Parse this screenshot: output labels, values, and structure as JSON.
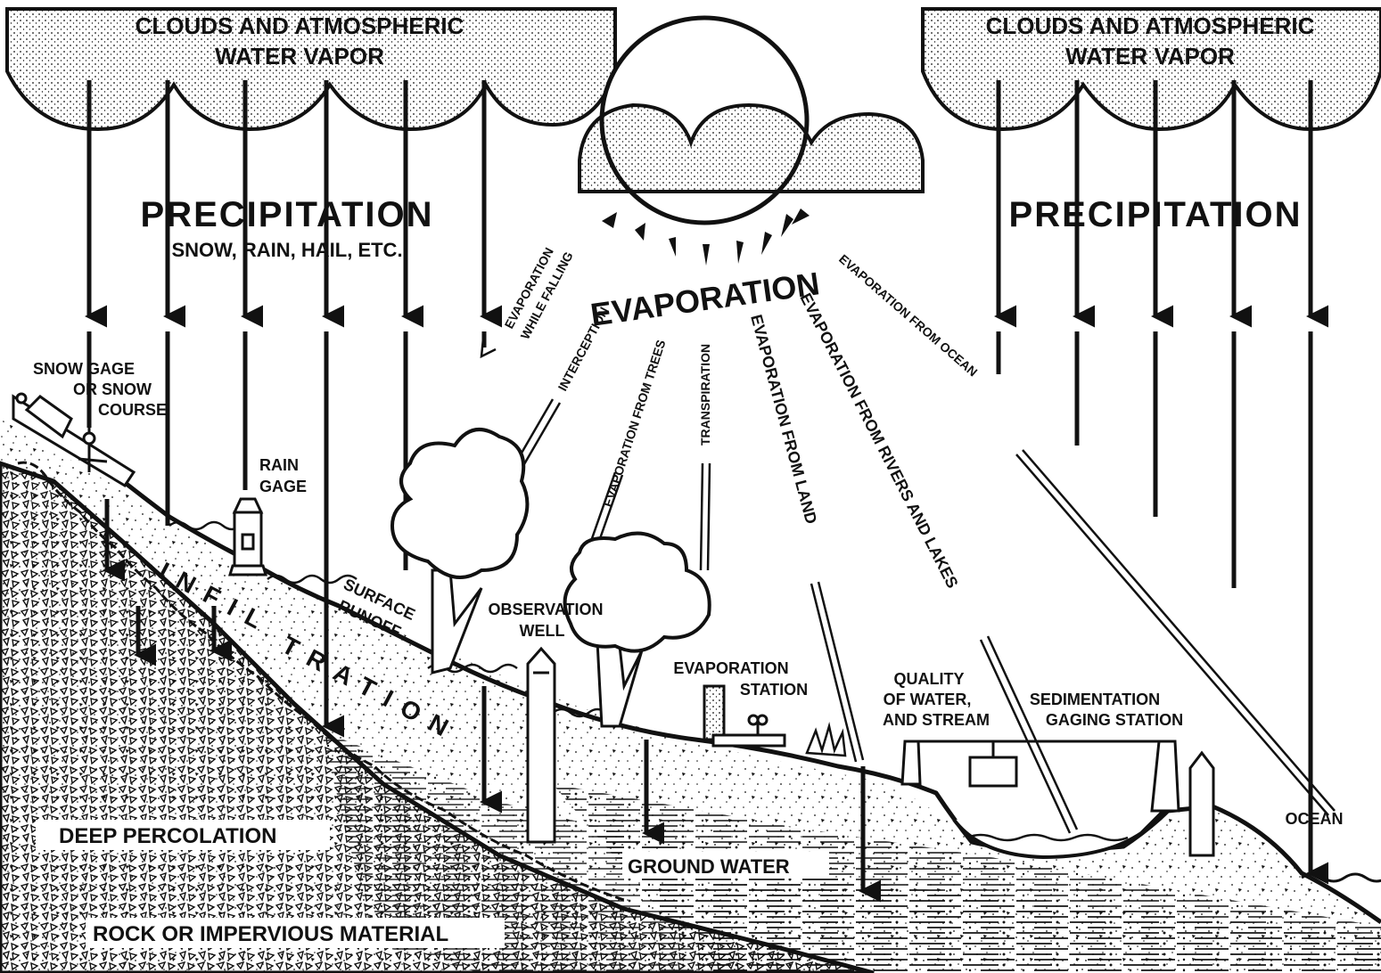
{
  "diagram": {
    "cloud_left_label_1": "CLOUDS AND ATMOSPHERIC",
    "cloud_left_label_2": "WATER VAPOR",
    "cloud_right_label_1": "CLOUDS AND ATMOSPHERIC",
    "cloud_right_label_2": "WATER VAPOR",
    "precipitation_left": "PRECIPITATION",
    "precipitation_types": "SNOW, RAIN, HAIL, ETC.",
    "precipitation_right": "PRECIPITATION",
    "evaporation_main": "EVAPORATION",
    "evaporation_while_falling_1": "EVAPORATION",
    "evaporation_while_falling_2": "WHILE FALLING",
    "interception": "INTERCEPTION",
    "evaporation_from_trees": "EVAPORATION FROM TREES",
    "transpiration": "TRANSPIRATION",
    "evaporation_from_land": "EVAPORATION FROM LAND",
    "evaporation_from_rivers": "EVAPORATION FROM RIVERS AND LAKES",
    "evaporation_from_ocean": "EVAPORATION FROM OCEAN",
    "snow_gage_1": "SNOW GAGE",
    "snow_gage_2": "OR SNOW",
    "snow_gage_3": "COURSE",
    "rain_gage_1": "RAIN",
    "rain_gage_2": "GAGE",
    "surface_runoff_1": "SURFACE",
    "surface_runoff_2": "RUNOFF",
    "infiltration_1": "INFIL",
    "infiltration_2": "TRATION",
    "observation_well_1": "OBSERVATION",
    "observation_well_2": "WELL",
    "evaporation_station_1": "EVAPORATION",
    "evaporation_station_2": "STATION",
    "quality_1": "QUALITY",
    "quality_2": "OF WATER,",
    "quality_3": "AND STREAM",
    "sedimentation_1": "SEDIMENTATION",
    "sedimentation_2": "GAGING STATION",
    "ocean": "OCEAN",
    "deep_percolation": "DEEP PERCOLATION",
    "ground_water": "GROUND WATER",
    "rock": "ROCK OR IMPERVIOUS MATERIAL"
  }
}
